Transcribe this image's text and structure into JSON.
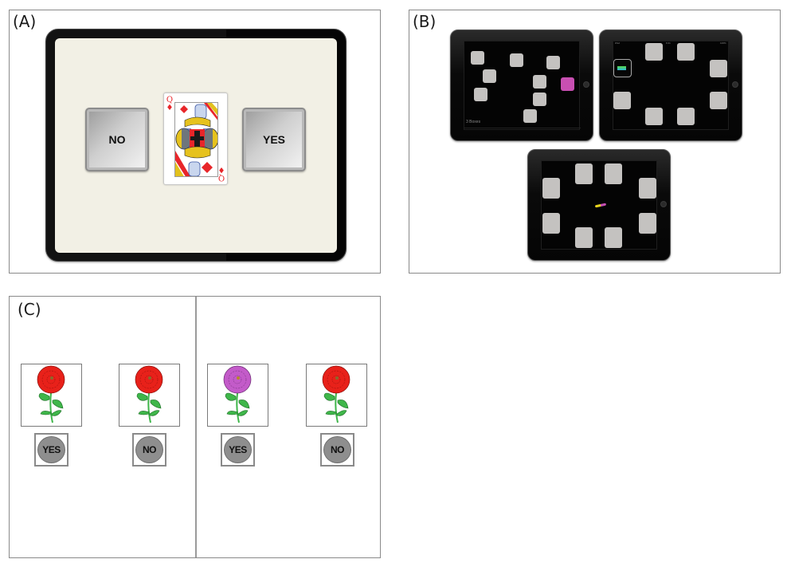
{
  "panels": {
    "a": {
      "label": "(A)",
      "buttons": {
        "no": "NO",
        "yes": "YES"
      },
      "card": {
        "rank": "Q",
        "suit": "diamonds",
        "suit_glyph": "♦",
        "color": "#e8262a"
      },
      "screen_color": "#f2f0e5"
    },
    "b": {
      "label": "(B)",
      "tablet1": {
        "caption": "3 Boxes",
        "target_color": "#c84fb2"
      },
      "tablet2": {
        "status_left": "iPad",
        "status_center": "9:41",
        "status_right": "100%"
      },
      "tablet3": {}
    },
    "c": {
      "label": "(C)",
      "trials": [
        {
          "flower_color": "#e8211a",
          "button": "YES"
        },
        {
          "flower_color": "#e8211a",
          "button": "NO"
        },
        {
          "flower_color": "#c35bc9",
          "button": "YES"
        },
        {
          "flower_color": "#e8211a",
          "button": "NO"
        }
      ]
    }
  },
  "colors": {
    "box_gray": "#c4c2c0",
    "target_magenta": "#c84fb2",
    "leaf_green": "#3fb64a",
    "button_gray": "#8e8e8e"
  }
}
